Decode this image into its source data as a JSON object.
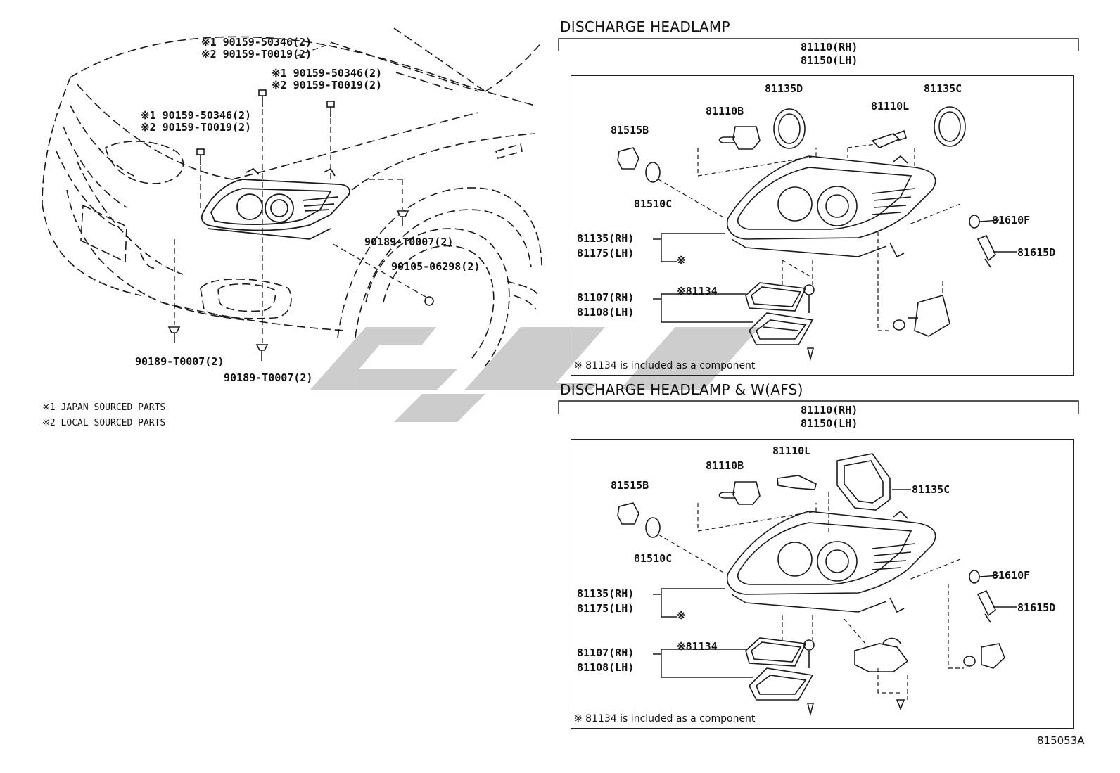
{
  "watermark_color": "#c4c4c4",
  "line_color": "#1a1a1a",
  "left": {
    "bolt_top_right": [
      "※1 90159-50346(2)",
      "※2 90159-T0019(2)"
    ],
    "bolt_top_center": [
      "※1 90159-50346(2)",
      "※2 90159-T0019(2)"
    ],
    "bolt_top_left": [
      "※1 90159-50346(2)",
      "※2 90159-T0019(2)"
    ],
    "clip_right": "90189-T0007(2)",
    "screw": "90105-06298(2)",
    "clip_bottom_left": "90189-T0007(2)",
    "clip_bottom_center": "90189-T0007(2)",
    "legend": [
      "※1 JAPAN SOURCED PARTS",
      "※2 LOCAL SOURCED PARTS"
    ]
  },
  "section1": {
    "title": "DISCHARGE HEADLAMP",
    "assembly": [
      "81110(RH)",
      "81150(LH)"
    ],
    "p81135D": "81135D",
    "p81110B": "81110B",
    "p81110L": "81110L",
    "p81135C": "81135C",
    "p81515B": "81515B",
    "p81510C": "81510C",
    "housing": [
      "81135(RH)",
      "81175(LH)"
    ],
    "housing_mark": "※",
    "p81610F": "81610F",
    "p81615D": "81615D",
    "ballast": [
      "81107(RH)",
      "81108(LH)"
    ],
    "p81134": "※81134",
    "note": "※ 81134 is included as a component"
  },
  "section2": {
    "title": "DISCHARGE HEADLAMP & W(AFS)",
    "assembly": [
      "81110(RH)",
      "81150(LH)"
    ],
    "p81110L": "81110L",
    "p81110B": "81110B",
    "p81135C": "81135C",
    "p81515B": "81515B",
    "p81510C": "81510C",
    "housing": [
      "81135(RH)",
      "81175(LH)"
    ],
    "housing_mark": "※",
    "p81610F": "81610F",
    "p81615D": "81615D",
    "ballast": [
      "81107(RH)",
      "81108(LH)"
    ],
    "p81134": "※81134",
    "note": "※ 81134 is included as a component"
  },
  "diagram_code": "815053A"
}
